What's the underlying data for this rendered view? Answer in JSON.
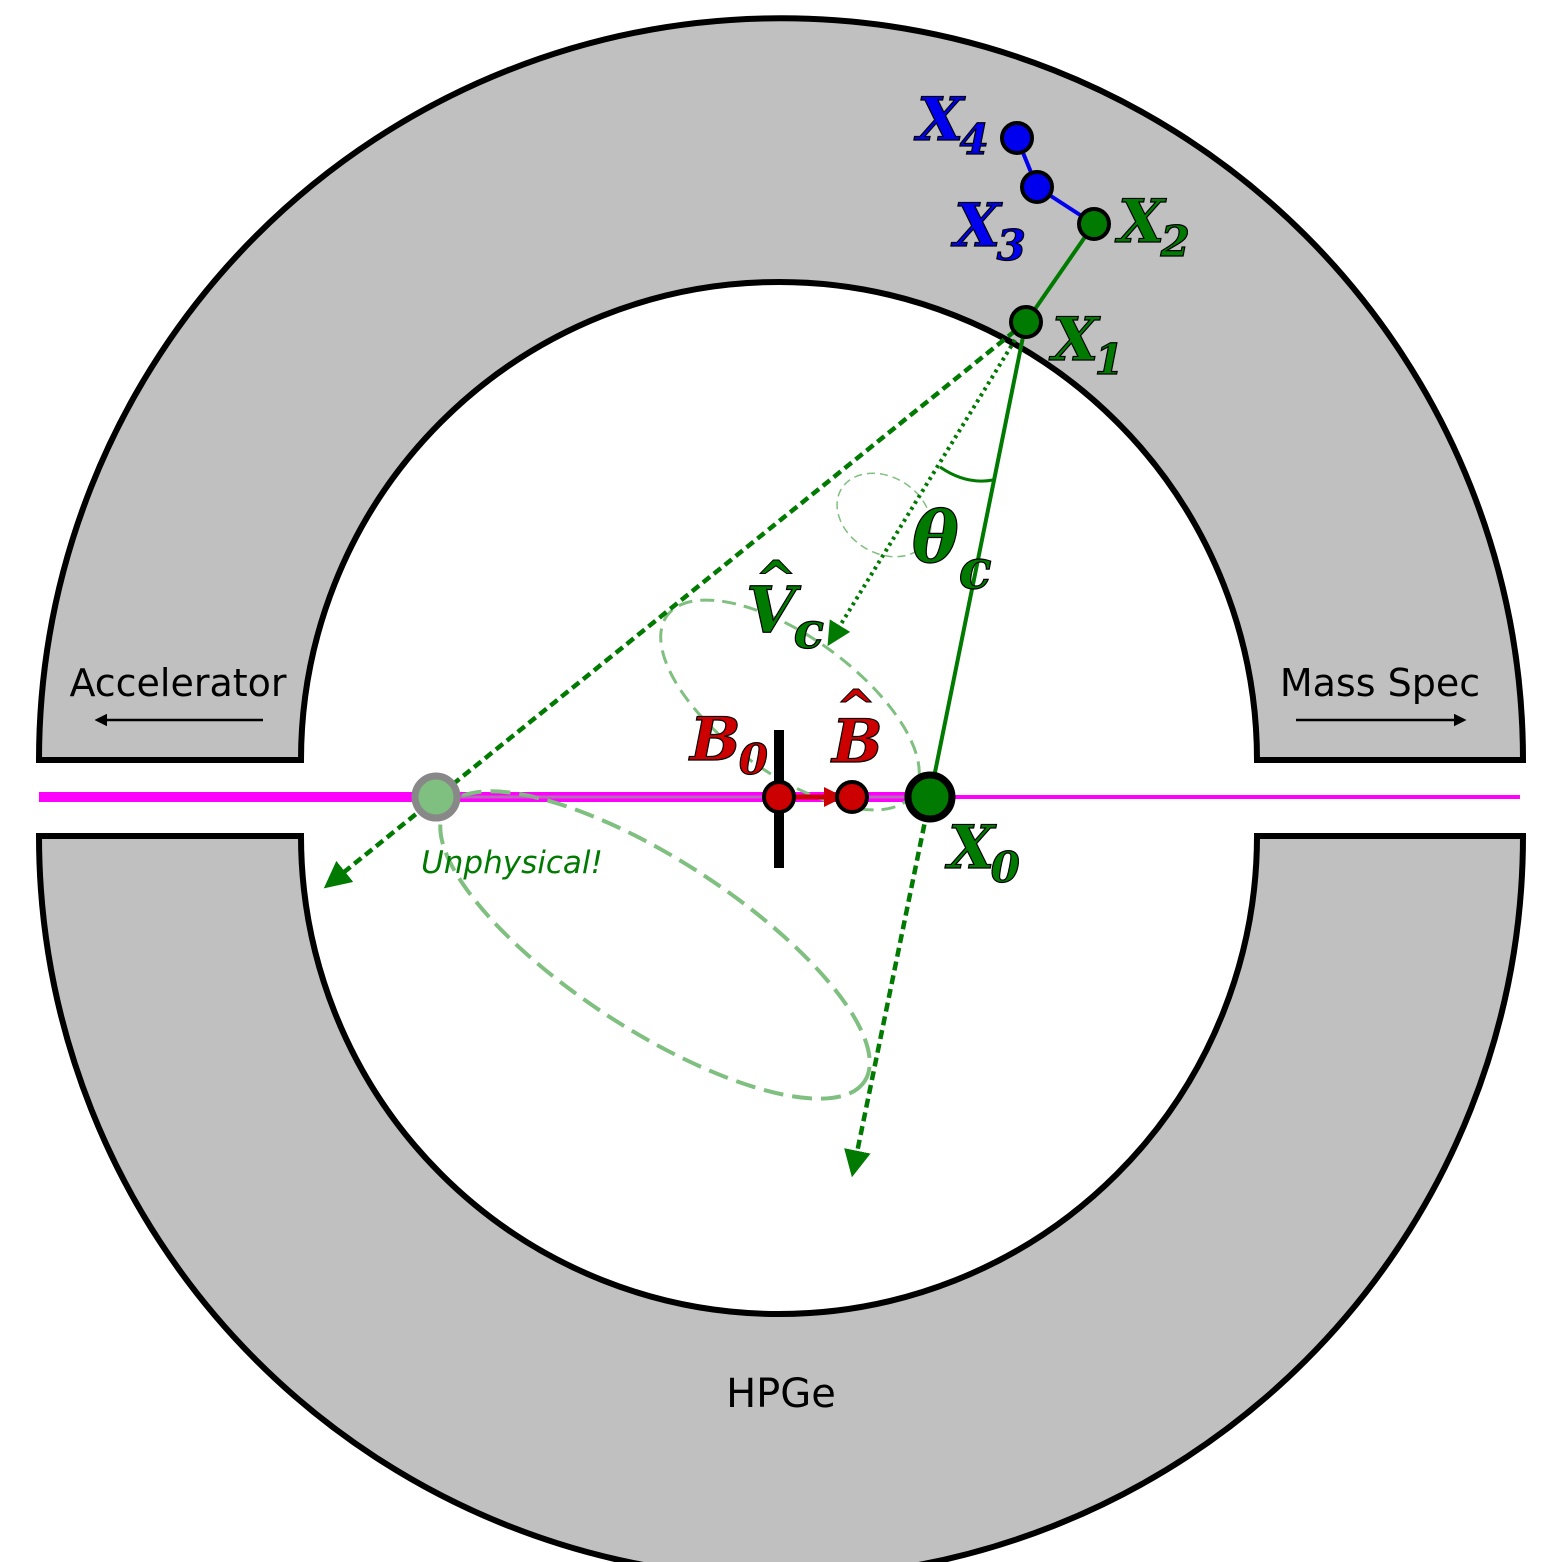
{
  "colors": {
    "detector_fill": "#c0c0c0",
    "outline": "#000000",
    "beam": "#ff00ff",
    "green": "#007a00",
    "green_light": "#7fbf7f",
    "blue": "#0000ee",
    "red": "#cc0000",
    "gray_ring": "#888888"
  },
  "labels": {
    "accelerator": "Accelerator",
    "mass_spec": "Mass Spec",
    "hpge": "HPGe",
    "unphysical": "Unphysical!",
    "x0": "X",
    "x0_sub": "0",
    "x1": "X",
    "x1_sub": "1",
    "x2": "X",
    "x2_sub": "2",
    "x3": "X",
    "x3_sub": "3",
    "x4": "X",
    "x4_sub": "4",
    "b0": "B",
    "b0_sub": "0",
    "bhat": "B",
    "vc": "V",
    "vc_sub": "c",
    "theta": "θ",
    "theta_sub": "c",
    "hat": "^"
  }
}
